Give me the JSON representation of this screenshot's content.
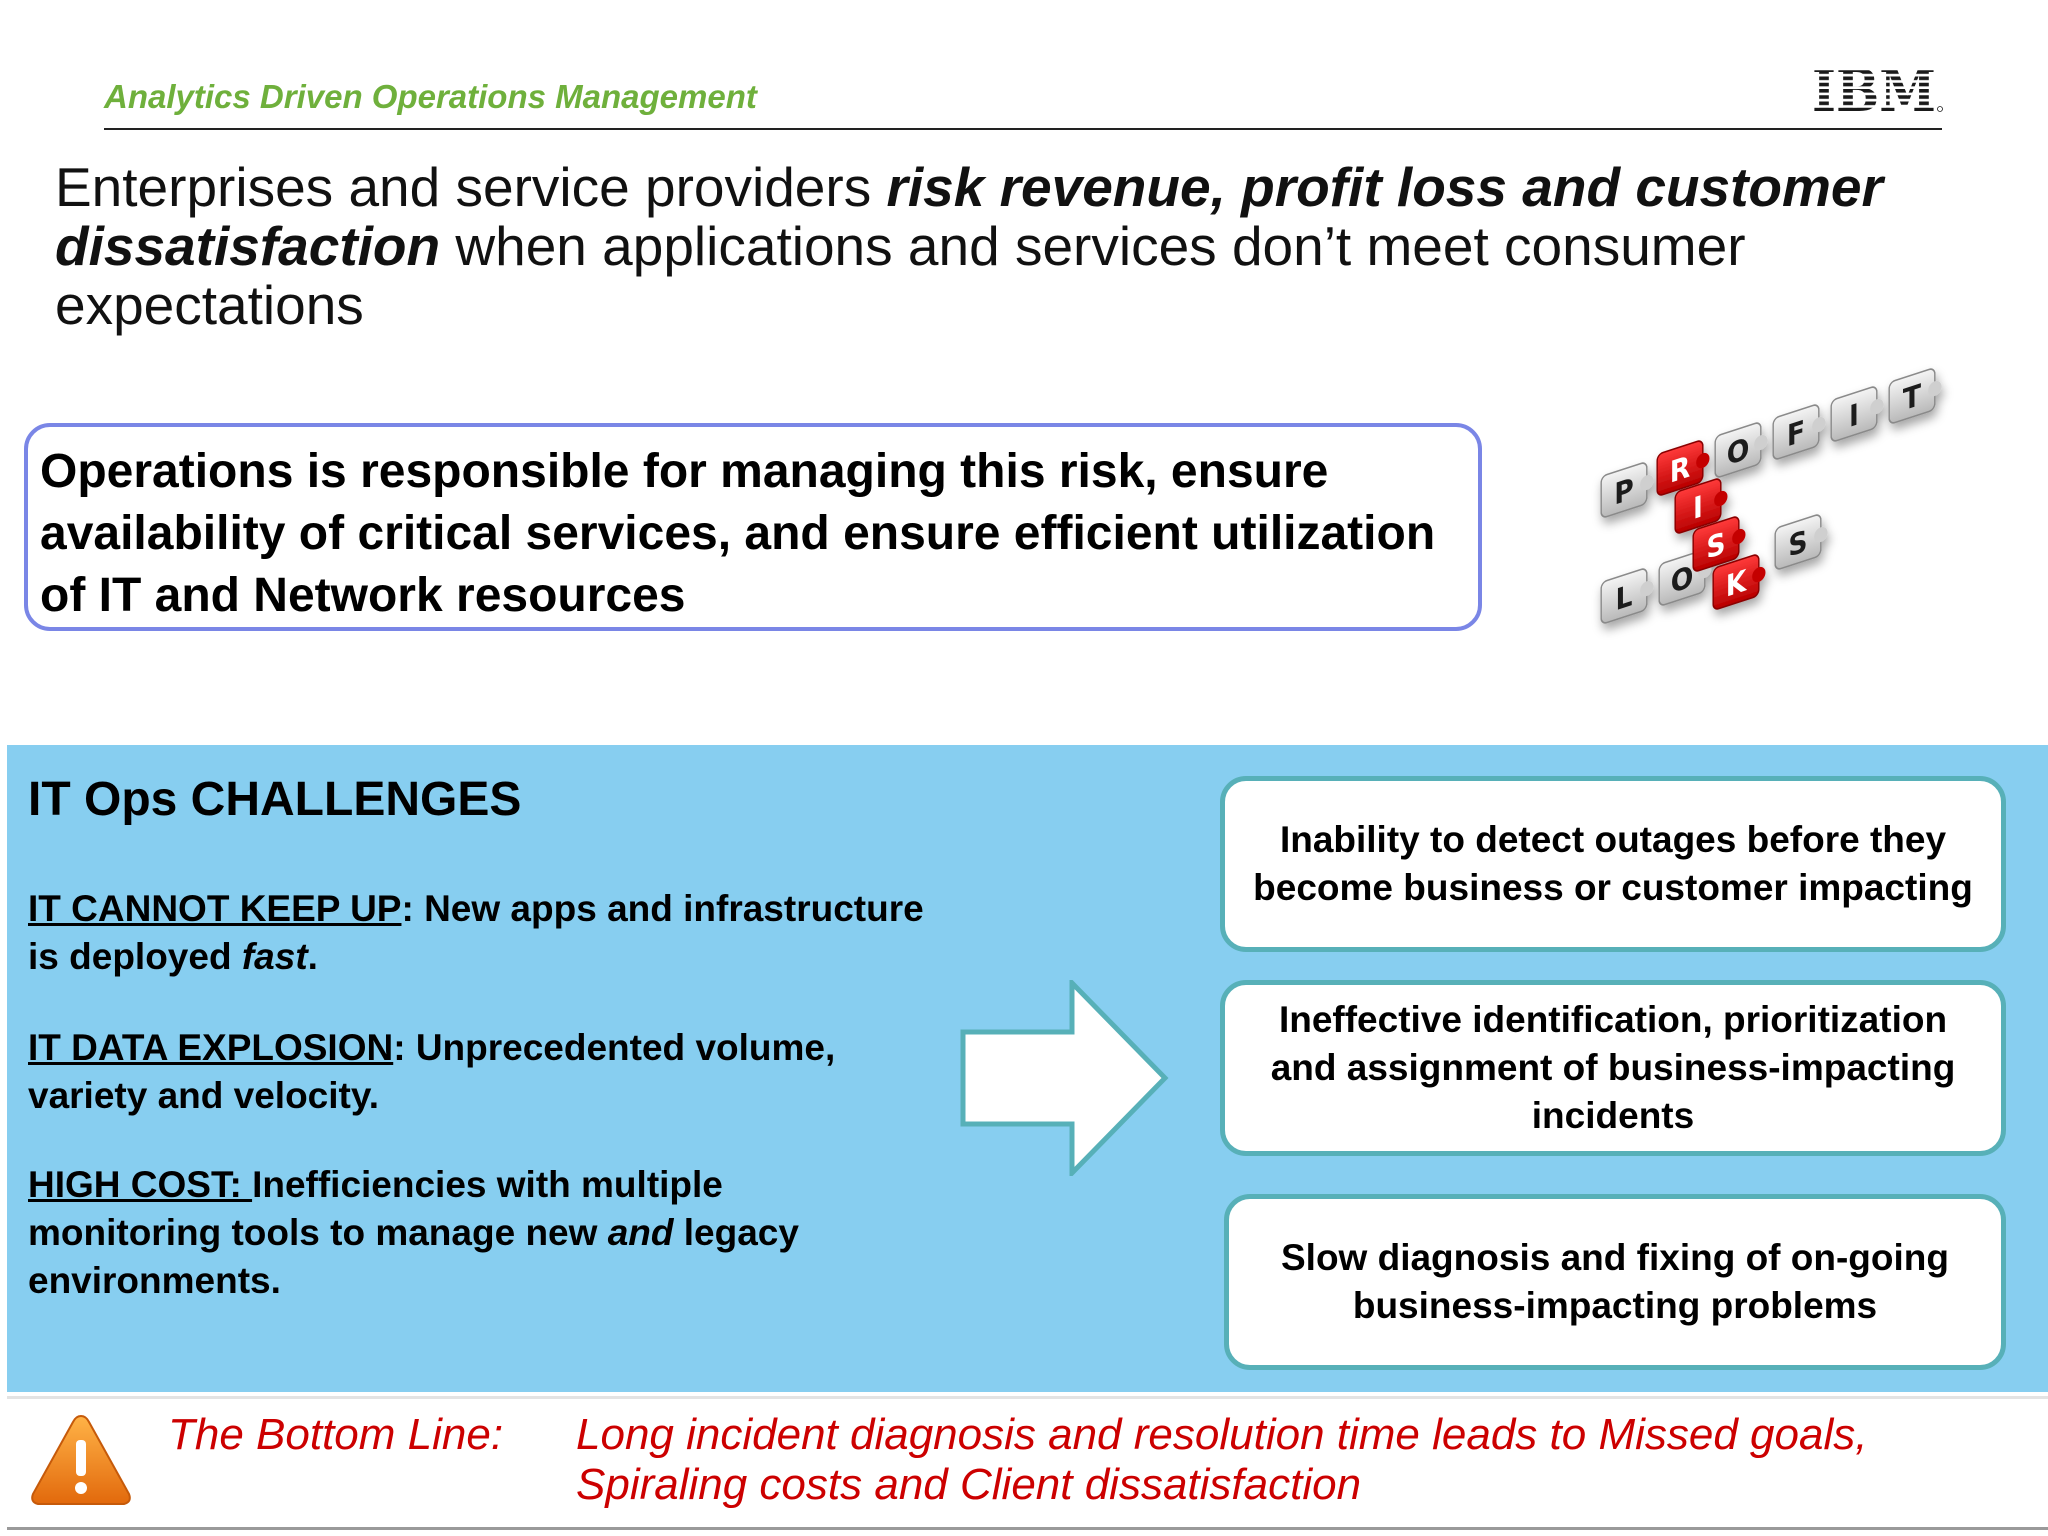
{
  "header": {
    "subtitle": "Analytics Driven Operations Management",
    "logo_text": "IBM"
  },
  "headline": {
    "part1": "Enterprises and service providers ",
    "bold": "risk revenue, profit loss and customer dissatisfaction",
    "part2": " when applications and services don’t meet consumer expectations"
  },
  "ops_box": {
    "text": "Operations is responsible for managing this risk, ensure availability of critical services, and ensure efficient utilization of IT and Network resources"
  },
  "puzzle": {
    "profit_letters": [
      "P",
      "R",
      "O",
      "F",
      "I",
      "T"
    ],
    "risk_letters": [
      "R",
      "I",
      "S",
      "K"
    ],
    "loss_letters": [
      "L",
      "O",
      "S",
      "S"
    ]
  },
  "challenges": {
    "title": "IT Ops CHALLENGES",
    "items": [
      {
        "label": "IT CANNOT KEEP UP",
        "sep": ": ",
        "text": "New apps and infrastructure is deployed ",
        "italic": "fast",
        "tail": "."
      },
      {
        "label": "IT DATA EXPLOSION",
        "sep": ": ",
        "text": "Unprecedented volume, variety and velocity.",
        "italic": "",
        "tail": ""
      },
      {
        "label": "HIGH COST: ",
        "sep": "",
        "text": "Inefficiencies with multiple monitoring tools to manage new ",
        "italic": "and",
        "tail": " legacy environments."
      }
    ]
  },
  "results": [
    "Inability to detect outages before they become business or customer impacting",
    "Ineffective identification, prioritization and assignment of business-impacting incidents",
    "Slow diagnosis and fixing of on-going business-impacting problems"
  ],
  "bottom_line": {
    "label": "The Bottom Line:",
    "text": "Long incident diagnosis and resolution time leads to Missed goals, Spiraling costs and Client dissatisfaction"
  },
  "colors": {
    "subtitle": "#6fb03c",
    "panel": "#87cef0",
    "box_border": "#7a86e6",
    "result_border": "#57b0b8",
    "bottom_red": "#cc0000",
    "warning": "#f08a1c"
  },
  "icons": [
    "ibm-logo",
    "puzzle-image",
    "right-arrow-icon",
    "warning-icon"
  ]
}
